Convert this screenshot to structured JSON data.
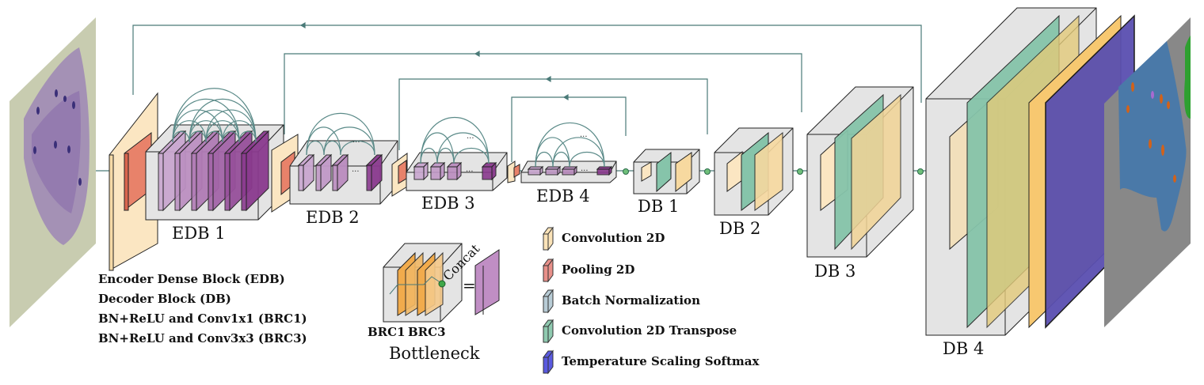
{
  "blocks": {
    "edb1": "EDB 1",
    "edb2": "EDB 2",
    "edb3": "EDB 3",
    "edb4": "EDB 4",
    "db1": "DB 1",
    "db2": "DB 2",
    "db3": "DB 3",
    "db4": "DB 4"
  },
  "ellipsis": "···",
  "abbrev_legend": [
    "Encoder Dense Block (EDB)",
    "Decoder Block (DB)",
    "BN+ReLU and Conv1x1 (BRC1)",
    "BN+ReLU and Conv3x3 (BRC3)"
  ],
  "bottleneck": {
    "title": "Bottleneck",
    "brc1": "BRC1",
    "brc3": "BRC3",
    "concat": "Concat",
    "equals": "="
  },
  "layer_legend": [
    {
      "label": "Convolution 2D",
      "color": "#fbe3b8"
    },
    {
      "label": "Pooling 2D",
      "color": "#e8908a"
    },
    {
      "label": "Batch Normalization",
      "color": "#b8ccd6"
    },
    {
      "label": "Convolution 2D Transpose",
      "color": "#8fcab0"
    },
    {
      "label": "Temperature Scaling Softmax",
      "color": "#5a5ae0"
    }
  ],
  "colors": {
    "conv": "#fbe6c2",
    "conv_strong": "#f7c878",
    "pool": "#e8826a",
    "dense_light": "#c9a6cf",
    "dense_dark": "#8a3a8e",
    "bn": "#b8ccd6",
    "transpose": "#86c4aa",
    "softmax": "#5858cc",
    "block_box": "#e4e4e4",
    "connection": "#4a7a78",
    "concat_node": "#4caf50"
  }
}
